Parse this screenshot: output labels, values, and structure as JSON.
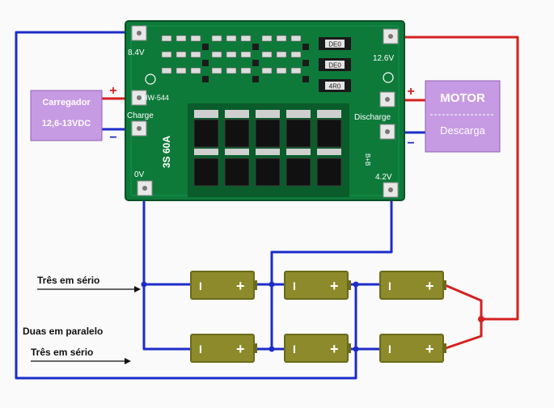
{
  "board": {
    "model": "HW-544",
    "config": "3S 60A",
    "pad_84v": "8.4V",
    "pad_126v": "12.6V",
    "pad_42v": "4.2V",
    "pad_0v": "0V",
    "charge": "Charge",
    "discharge": "Discharge",
    "balance": "B+B",
    "res_1": "DE0",
    "res_2": "DE0",
    "res_3": "4R0"
  },
  "charger": {
    "line1": "Carregador",
    "line2": "12,6-13VDC"
  },
  "motor": {
    "line1": "MOTOR",
    "line2": "Descarga"
  },
  "polarity": {
    "plus": "+",
    "minus": "−"
  },
  "labels": {
    "series_top": "Três em sério",
    "parallel": "Duas em paralelo",
    "series_bottom": "Três em sério"
  },
  "battery": {
    "plus": "+",
    "minus": "I"
  },
  "colors": {
    "pcb": "#0e7a3a",
    "pcb_dark": "#0a5c2b",
    "wire_blue": "#1c2cc8",
    "wire_red": "#d42020",
    "box_purple": "#c79be3",
    "battery": "#8c8a2a",
    "battery_dark": "#6b6a1c"
  }
}
